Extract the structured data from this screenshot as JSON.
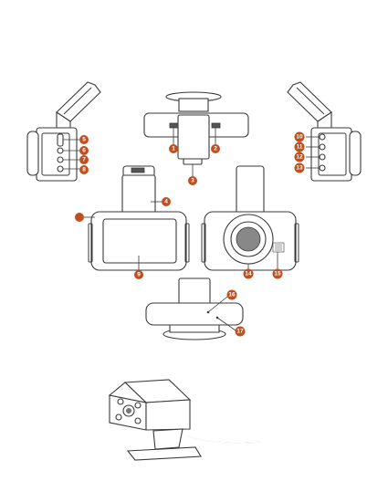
{
  "colors": {
    "badge": "#c0501e",
    "line": "#3a3a3a"
  },
  "callouts": [
    {
      "id": "c1",
      "label": "1"
    },
    {
      "id": "c2",
      "label": "2"
    },
    {
      "id": "c3",
      "label": "3"
    },
    {
      "id": "c4",
      "label": "4"
    },
    {
      "id": "c5",
      "label": "5"
    },
    {
      "id": "c6",
      "label": "6"
    },
    {
      "id": "c7",
      "label": "7"
    },
    {
      "id": "c8",
      "label": "8"
    },
    {
      "id": "c9",
      "label": "9"
    },
    {
      "id": "c10",
      "label": "10"
    },
    {
      "id": "c11",
      "label": "11"
    },
    {
      "id": "c12",
      "label": "12"
    },
    {
      "id": "c13",
      "label": "13"
    },
    {
      "id": "c14",
      "label": "14"
    },
    {
      "id": "c15",
      "label": "15"
    },
    {
      "id": "c16",
      "label": "16"
    },
    {
      "id": "c17",
      "label": "17"
    }
  ]
}
